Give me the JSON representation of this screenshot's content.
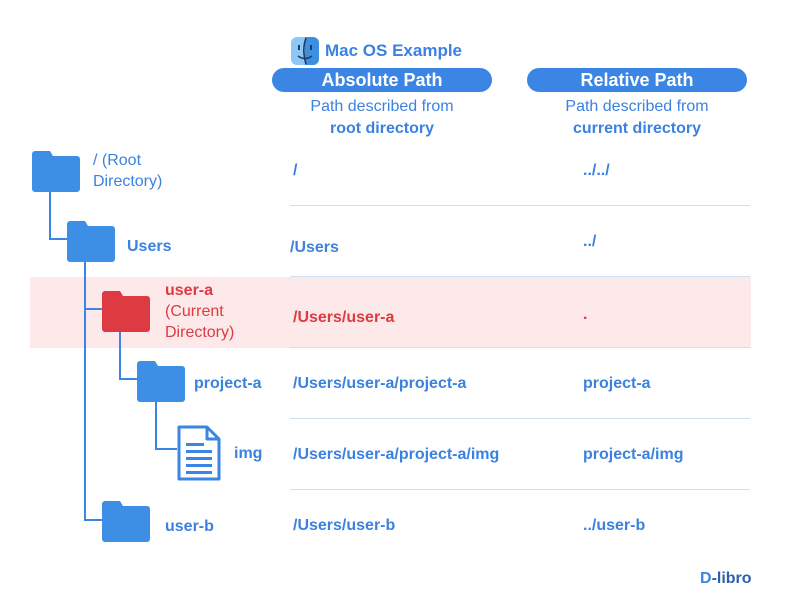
{
  "header": {
    "mac_title": "Mac OS Example",
    "absolute": {
      "title": "Absolute Path",
      "desc_line1": "Path described from",
      "desc_line2": "root directory"
    },
    "relative": {
      "title": "Relative Path",
      "desc_line1": "Path described from",
      "desc_line2": "current directory"
    }
  },
  "rows": [
    {
      "name_line1": "/ (Root",
      "name_line2": "Directory)",
      "absolute": "/",
      "relative": "../../"
    },
    {
      "name_line1": "Users",
      "absolute": "/Users",
      "relative": "../"
    },
    {
      "name_line1": "user-a",
      "name_line2": "(Current",
      "name_line3": "Directory)",
      "absolute": "/Users/user-a",
      "relative": "."
    },
    {
      "name_line1": "project-a",
      "absolute": "/Users/user-a/project-a",
      "relative": "project-a"
    },
    {
      "name_line1": "img",
      "absolute": "/Users/user-a/project-a/img",
      "relative": "project-a/img"
    },
    {
      "name_line1": "user-b",
      "absolute": "/Users/user-b",
      "relative": "../user-b"
    }
  ],
  "logo": {
    "mark": "D",
    "text": "-libro"
  },
  "colors": {
    "blue": "#3b86e4",
    "red": "#dd3b41",
    "highlight": "#fde9ea"
  },
  "icons": {
    "folder": "folder-icon",
    "file": "document-icon",
    "finder": "finder-icon"
  }
}
